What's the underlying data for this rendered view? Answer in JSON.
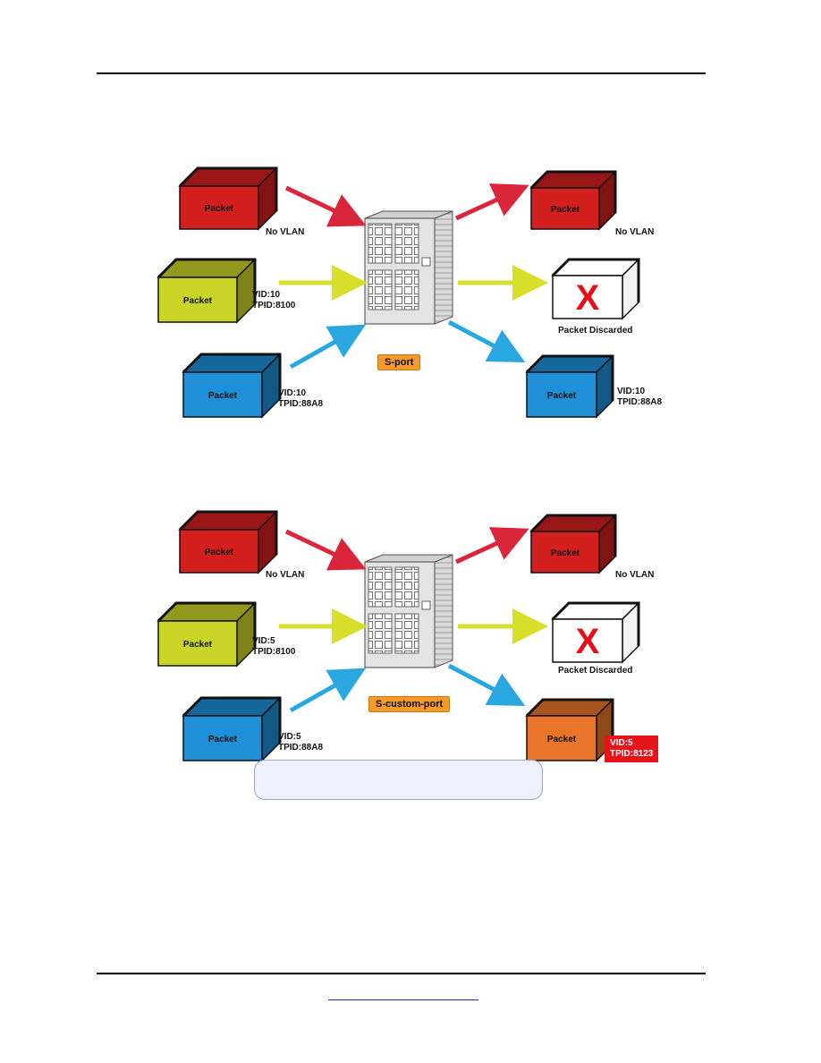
{
  "diagram1": {
    "in_packets": [
      {
        "label": "Packet",
        "tag": [
          "No VLAN"
        ],
        "color": "#d41f1f"
      },
      {
        "label": "Packet",
        "tag": [
          "VID:10",
          "TPID:8100"
        ],
        "color": "#cbd527"
      },
      {
        "label": "Packet",
        "tag": [
          "VID:10",
          "TPID:88A8"
        ],
        "color": "#1f8fd8"
      }
    ],
    "port_label": "S-port",
    "out_packets": [
      {
        "label": "Packet",
        "tag": [
          "No VLAN"
        ],
        "color": "#d41f1f"
      },
      {
        "label": "X",
        "tag": [
          "Packet Discarded"
        ],
        "color": "#ffffff"
      },
      {
        "label": "Packet",
        "tag": [
          "VID:10",
          "TPID:88A8"
        ],
        "color": "#1f8fd8"
      }
    ]
  },
  "diagram2": {
    "in_packets": [
      {
        "label": "Packet",
        "tag": [
          "No VLAN"
        ],
        "color": "#d41f1f"
      },
      {
        "label": "Packet",
        "tag": [
          "VID:5",
          "TPID:8100"
        ],
        "color": "#cbd527"
      },
      {
        "label": "Packet",
        "tag": [
          "VID:5",
          "TPID:88A8"
        ],
        "color": "#1f8fd8"
      }
    ],
    "port_label": "S-custom-port",
    "out_packets": [
      {
        "label": "Packet",
        "tag": [
          "No VLAN"
        ],
        "color": "#d41f1f"
      },
      {
        "label": "X",
        "tag": [
          "Packet Discarded"
        ],
        "color": "#ffffff"
      },
      {
        "label": "Packet",
        "tag": [
          "VID:5",
          "TPID:8123"
        ],
        "color": "#e8752a"
      }
    ]
  },
  "colors": {
    "red_arrow": "#d9263a",
    "yellow_arrow": "#d6e02a",
    "blue_arrow": "#2aa6e0",
    "discard_x": "#e3101a",
    "port_tag": "#f39a2b"
  }
}
